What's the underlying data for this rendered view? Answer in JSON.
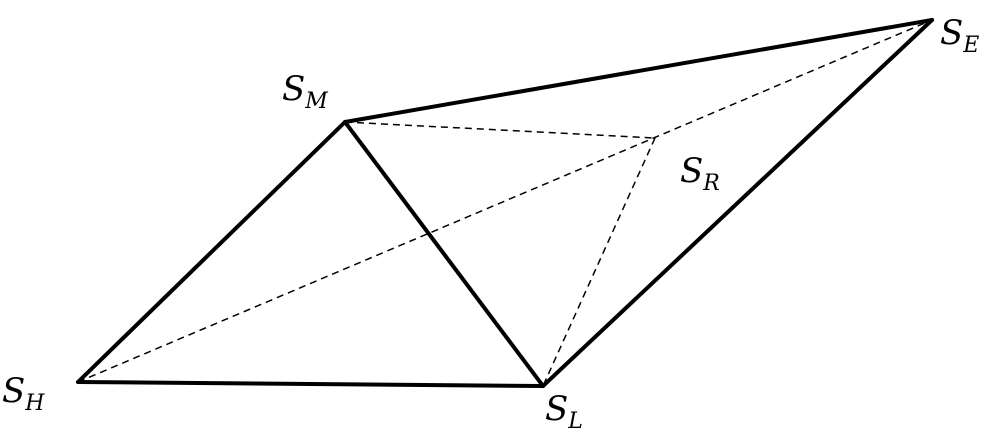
{
  "diagram": {
    "nodes": {
      "H": {
        "base": "S",
        "sub": "H"
      },
      "M": {
        "base": "S",
        "sub": "M"
      },
      "L": {
        "base": "S",
        "sub": "L"
      },
      "E": {
        "base": "S",
        "sub": "E"
      },
      "R": {
        "base": "S",
        "sub": "R"
      }
    },
    "solid_edges": [
      [
        "H",
        "M"
      ],
      [
        "M",
        "L"
      ],
      [
        "H",
        "L"
      ],
      [
        "M",
        "E"
      ],
      [
        "L",
        "E"
      ]
    ],
    "dashed_edges": [
      [
        "H",
        "E"
      ],
      [
        "M",
        "R"
      ],
      [
        "R",
        "L"
      ]
    ],
    "colors": {
      "line": "#000000",
      "background": "#ffffff"
    }
  }
}
